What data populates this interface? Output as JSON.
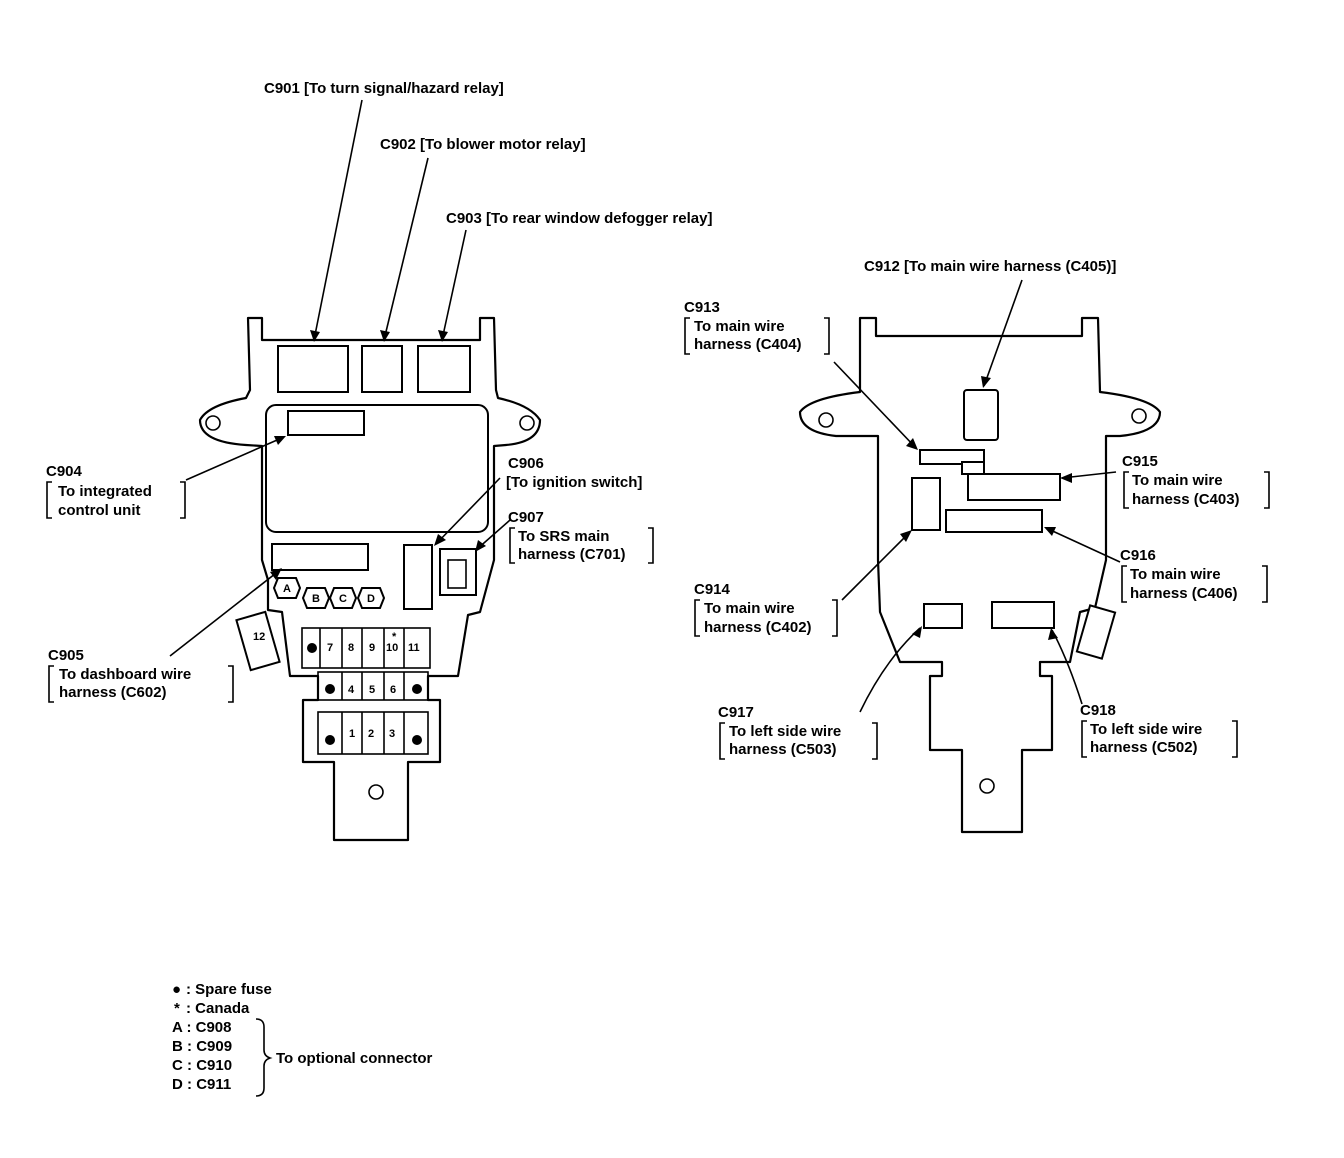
{
  "connectors": {
    "c901": {
      "id": "C901",
      "desc": "[To turn signal/hazard relay]"
    },
    "c902": {
      "id": "C902",
      "desc": "[To blower motor relay]"
    },
    "c903": {
      "id": "C903",
      "desc": "[To rear window defogger relay]"
    },
    "c904": {
      "id": "C904",
      "line1": "To integrated",
      "line2": "control unit"
    },
    "c905": {
      "id": "C905",
      "line1": "To dashboard wire",
      "line2": "harness (C602)"
    },
    "c906": {
      "id": "C906",
      "line1": "[To ignition switch]"
    },
    "c907": {
      "id": "C907",
      "line1": "To SRS main",
      "line2": "harness (C701)"
    },
    "c912": {
      "id": "C912",
      "desc": "[To main wire harness (C405)]"
    },
    "c913": {
      "id": "C913",
      "line1": "To main wire",
      "line2": "harness (C404)"
    },
    "c914": {
      "id": "C914",
      "line1": "To main wire",
      "line2": "harness (C402)"
    },
    "c915": {
      "id": "C915",
      "line1": "To main wire",
      "line2": "harness (C403)"
    },
    "c916": {
      "id": "C916",
      "line1": "To main wire",
      "line2": "harness (C406)"
    },
    "c917": {
      "id": "C917",
      "line1": "To left side wire",
      "line2": "harness (C503)"
    },
    "c918": {
      "id": "C918",
      "line1": "To left side wire",
      "line2": "harness (C502)"
    }
  },
  "optional_letters": [
    "A",
    "B",
    "C",
    "D"
  ],
  "fuse_numbers": [
    "1",
    "2",
    "3",
    "4",
    "5",
    "6",
    "7",
    "8",
    "9",
    "10",
    "11",
    "12"
  ],
  "fuse_10_marker": "*",
  "legend": {
    "spare_symbol": "●",
    "spare_text": ": Spare fuse",
    "canada_symbol": "*",
    "canada_text": ":  Canada",
    "rows": [
      {
        "letter": "A",
        "code": "C908"
      },
      {
        "letter": "B",
        "code": "C909"
      },
      {
        "letter": "C",
        "code": "C910"
      },
      {
        "letter": "D",
        "code": "C911"
      }
    ],
    "optional_text": "To optional connector"
  }
}
